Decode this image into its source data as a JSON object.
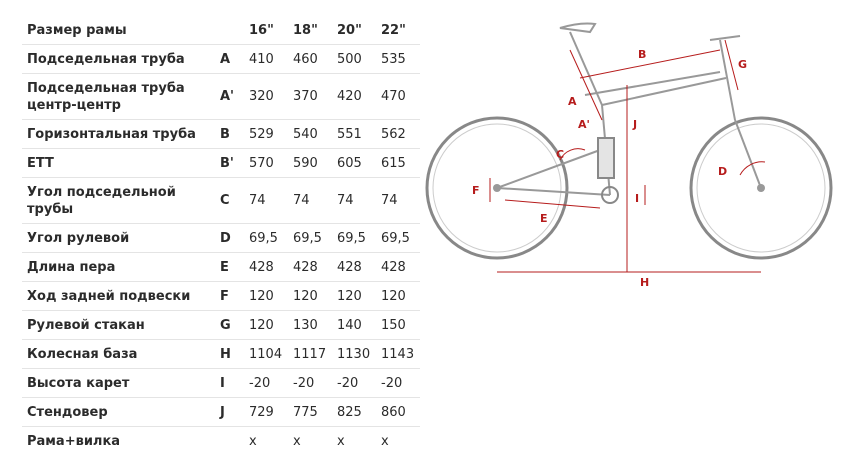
{
  "table": {
    "header": [
      "Размер рамы",
      "",
      "16\"",
      "18\"",
      "20\"",
      "22\""
    ],
    "rows": [
      {
        "name": "Подседельная труба",
        "code": "A",
        "values": [
          "410",
          "460",
          "500",
          "535"
        ]
      },
      {
        "name": "Подседельная труба центр-центр",
        "code": "A'",
        "values": [
          "320",
          "370",
          "420",
          "470"
        ]
      },
      {
        "name": "Горизонтальная труба",
        "code": "B",
        "values": [
          "529",
          "540",
          "551",
          "562"
        ]
      },
      {
        "name": "ETT",
        "code": "B'",
        "values": [
          "570",
          "590",
          "605",
          "615"
        ]
      },
      {
        "name": "Угол подседельной трубы",
        "code": "C",
        "values": [
          "74",
          "74",
          "74",
          "74"
        ]
      },
      {
        "name": "Угол рулевой",
        "code": "D",
        "values": [
          "69,5",
          "69,5",
          "69,5",
          "69,5"
        ]
      },
      {
        "name": "Длина пера",
        "code": "E",
        "values": [
          "428",
          "428",
          "428",
          "428"
        ]
      },
      {
        "name": "Ход задней подвески",
        "code": "F",
        "values": [
          "120",
          "120",
          "120",
          "120"
        ]
      },
      {
        "name": "Рулевой стакан",
        "code": "G",
        "values": [
          "120",
          "130",
          "140",
          "150"
        ]
      },
      {
        "name": "Колесная база",
        "code": "H",
        "values": [
          "1104",
          "1117",
          "1130",
          "1143"
        ]
      },
      {
        "name": "Высота карет",
        "code": "I",
        "values": [
          "-20",
          "-20",
          "-20",
          "-20"
        ]
      },
      {
        "name": "Стендовер",
        "code": "J",
        "values": [
          "729",
          "775",
          "825",
          "860"
        ]
      },
      {
        "name": "Рама+вилка",
        "code": "",
        "values": [
          "x",
          "x",
          "x",
          "x"
        ]
      }
    ]
  },
  "diagram": {
    "labels": {
      "A": "A",
      "A2": "A'",
      "B": "B",
      "C": "C",
      "D": "D",
      "E": "E",
      "F": "F",
      "G": "G",
      "H": "H",
      "I": "I",
      "J": "J"
    },
    "accent_color": "#b61c1c"
  }
}
